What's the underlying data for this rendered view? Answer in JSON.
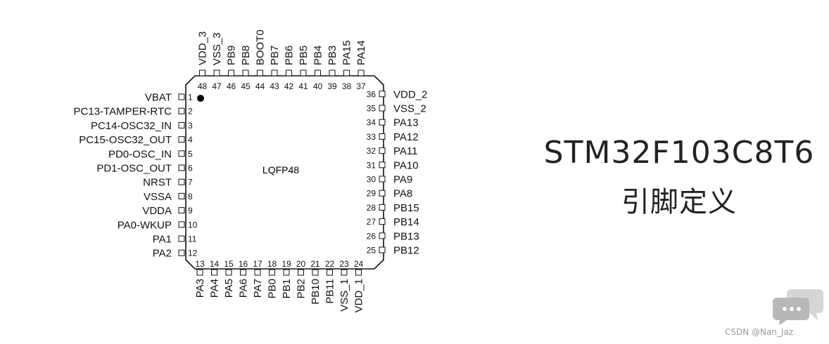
{
  "chip": {
    "package_label": "LQFP48",
    "pins_left": [
      {
        "num": "1",
        "name": "VBAT"
      },
      {
        "num": "2",
        "name": "PC13-TAMPER-RTC"
      },
      {
        "num": "3",
        "name": "PC14-OSC32_IN"
      },
      {
        "num": "4",
        "name": "PC15-OSC32_OUT"
      },
      {
        "num": "5",
        "name": "PD0-OSC_IN"
      },
      {
        "num": "6",
        "name": "PD1-OSC_OUT"
      },
      {
        "num": "7",
        "name": "NRST"
      },
      {
        "num": "8",
        "name": "VSSA"
      },
      {
        "num": "9",
        "name": "VDDA"
      },
      {
        "num": "10",
        "name": "PA0-WKUP"
      },
      {
        "num": "11",
        "name": "PA1"
      },
      {
        "num": "12",
        "name": "PA2"
      }
    ],
    "pins_bottom": [
      {
        "num": "13",
        "name": "PA3"
      },
      {
        "num": "14",
        "name": "PA4"
      },
      {
        "num": "15",
        "name": "PA5"
      },
      {
        "num": "16",
        "name": "PA6"
      },
      {
        "num": "17",
        "name": "PA7"
      },
      {
        "num": "18",
        "name": "PB0"
      },
      {
        "num": "19",
        "name": "PB1"
      },
      {
        "num": "20",
        "name": "PB2"
      },
      {
        "num": "21",
        "name": "PB10"
      },
      {
        "num": "22",
        "name": "PB11"
      },
      {
        "num": "23",
        "name": "VSS_1"
      },
      {
        "num": "24",
        "name": "VDD_1"
      }
    ],
    "pins_right": [
      {
        "num": "25",
        "name": "PB12"
      },
      {
        "num": "26",
        "name": "PB13"
      },
      {
        "num": "27",
        "name": "PB14"
      },
      {
        "num": "28",
        "name": "PB15"
      },
      {
        "num": "29",
        "name": "PA8"
      },
      {
        "num": "30",
        "name": "PA9"
      },
      {
        "num": "31",
        "name": "PA10"
      },
      {
        "num": "32",
        "name": "PA11"
      },
      {
        "num": "33",
        "name": "PA12"
      },
      {
        "num": "34",
        "name": "PA13"
      },
      {
        "num": "35",
        "name": "VSS_2"
      },
      {
        "num": "36",
        "name": "VDD_2"
      }
    ],
    "pins_top": [
      {
        "num": "37",
        "name": "PA14"
      },
      {
        "num": "38",
        "name": "PA15"
      },
      {
        "num": "39",
        "name": "PB3"
      },
      {
        "num": "40",
        "name": "PB4"
      },
      {
        "num": "41",
        "name": "PB5"
      },
      {
        "num": "42",
        "name": "PB6"
      },
      {
        "num": "43",
        "name": "PB7"
      },
      {
        "num": "44",
        "name": "BOOT0"
      },
      {
        "num": "45",
        "name": "PB8"
      },
      {
        "num": "46",
        "name": "PB9"
      },
      {
        "num": "47",
        "name": "VSS_3"
      },
      {
        "num": "48",
        "name": "VDD_3"
      }
    ]
  },
  "title": {
    "line1": "STM32F103C8T6",
    "line2": "引脚定义"
  },
  "watermark": "CSDN @Nan_Jaz"
}
